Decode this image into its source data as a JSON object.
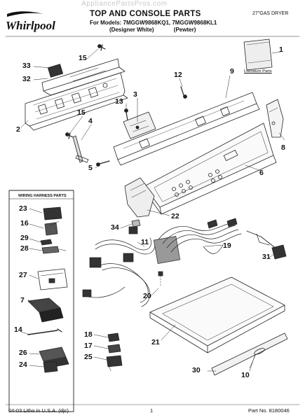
{
  "header": {
    "brand": "Whirlpool",
    "title": "TOP AND CONSOLE PARTS",
    "models_line": "For Models: 7MGGW9868KQ1, 7MGGW9868KL1",
    "variant_left": "(Designer White)",
    "variant_right": "(Pewter)",
    "product": "27\"GAS DRYER",
    "watermark": "AppliancePartsPros.com"
  },
  "footer": {
    "left": "04-03 Litho in U.S.A. (djc)",
    "center": "1",
    "right": "Part No. 8180046"
  },
  "harness_box_title": "WIRING HARNESS PARTS",
  "literature_label": "Literature Parts",
  "callouts": {
    "c1": "1",
    "c2": "2",
    "c3": "3",
    "c4": "4",
    "c5": "5",
    "c6": "6",
    "c7": "7",
    "c8": "8",
    "c9": "9",
    "c10": "10",
    "c11": "11",
    "c12": "12",
    "c13": "13",
    "c14": "14",
    "c15a": "15",
    "c15b": "15",
    "c16": "16",
    "c17": "17",
    "c18": "18",
    "c19": "19",
    "c20": "20",
    "c21": "21",
    "c22": "22",
    "c23": "23",
    "c24": "24",
    "c25": "25",
    "c26": "26",
    "c27": "27",
    "c28": "28",
    "c29": "29",
    "c30": "30",
    "c31": "31",
    "c32": "32",
    "c33": "33",
    "c34": "34"
  }
}
